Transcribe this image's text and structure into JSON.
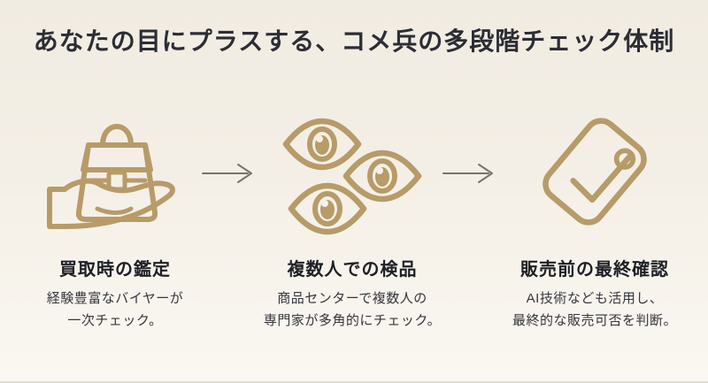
{
  "page": {
    "title": "あなたの目にプラスする、コメ兵の多段階チェック体制"
  },
  "steps": [
    {
      "icon": "bag-on-hand-icon",
      "heading": "買取時の鑑定",
      "body_line1": "経験豊富なバイヤーが",
      "body_line2": "一次チェック。"
    },
    {
      "icon": "three-eyes-icon",
      "heading": "複数人での検品",
      "body_line1": "商品センターで複数人の",
      "body_line2": "専門家が多角的にチェック。"
    },
    {
      "icon": "tag-check-icon",
      "heading": "販売前の最終確認",
      "body_line1": "AI技術なども活用し、",
      "body_line2": "最終的な販売可否を判断。"
    }
  ],
  "arrows": [
    "right-arrow",
    "right-arrow"
  ],
  "colors": {
    "background_top": "#f1ece2",
    "background_bottom": "#faf8f2",
    "title_text": "#2c2d35",
    "heading_text": "#1e2026",
    "body_text": "#35363c",
    "icon_gold": "#b79b68",
    "arrow_gray": "#75746c"
  }
}
